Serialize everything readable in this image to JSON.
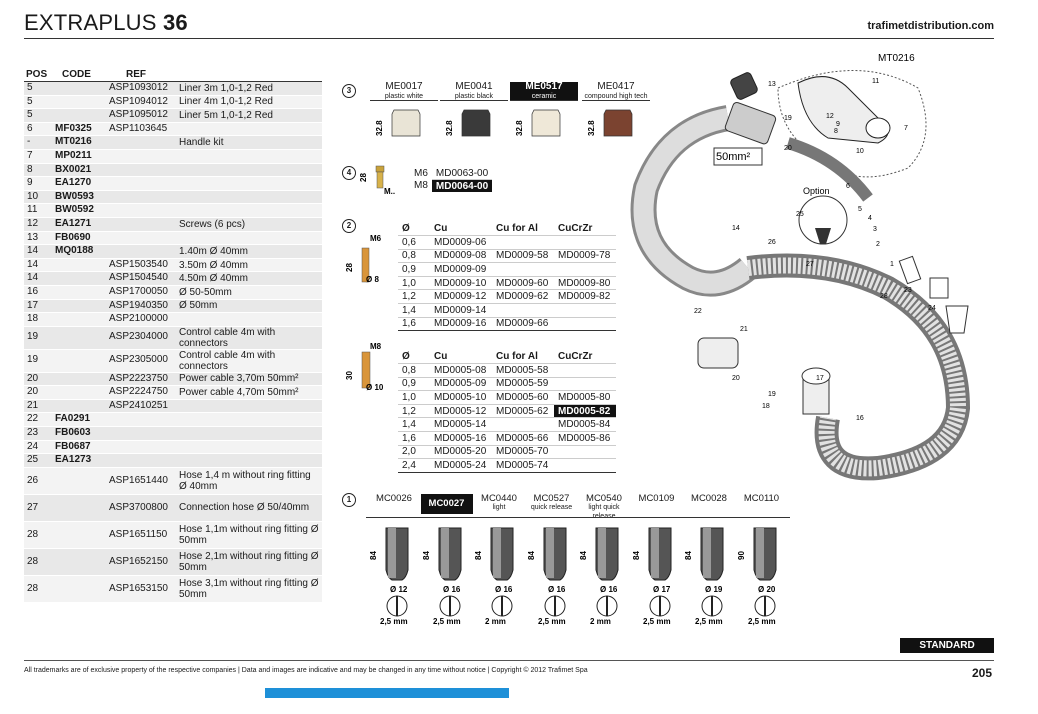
{
  "header": {
    "brand": "EXTRAPLUS",
    "model": "36",
    "site": "trafimetdistribution.com"
  },
  "parts_table": {
    "headers": [
      "POS",
      "CODE",
      "REF",
      ""
    ],
    "rows": [
      [
        "5",
        "",
        "ASP1093012",
        "Liner 3m 1,0-1,2 Red"
      ],
      [
        "5",
        "",
        "ASP1094012",
        "Liner 4m 1,0-1,2 Red"
      ],
      [
        "5",
        "",
        "ASP1095012",
        "Liner 5m 1,0-1,2 Red"
      ],
      [
        "6",
        "MF0325",
        "ASP1103645",
        ""
      ],
      [
        "-",
        "MT0216",
        "",
        "Handle kit"
      ],
      [
        "7",
        "MP0211",
        "",
        ""
      ],
      [
        "8",
        "BX0021",
        "",
        ""
      ],
      [
        "9",
        "EA1270",
        "",
        ""
      ],
      [
        "10",
        "BW0593",
        "",
        ""
      ],
      [
        "11",
        "BW0592",
        "",
        ""
      ],
      [
        "12",
        "EA1271",
        "",
        "Screws (6 pcs)"
      ],
      [
        "13",
        "FB0690",
        "",
        ""
      ],
      [
        "14",
        "MQ0188",
        "",
        "1.40m Ø 40mm"
      ],
      [
        "14",
        "",
        "ASP1503540",
        "3.50m Ø 40mm"
      ],
      [
        "14",
        "",
        "ASP1504540",
        "4.50m Ø 40mm"
      ],
      [
        "16",
        "",
        "ASP1700050",
        "Ø 50-50mm"
      ],
      [
        "17",
        "",
        "ASP1940350",
        "Ø 50mm"
      ],
      [
        "18",
        "",
        "ASP2100000",
        ""
      ],
      [
        "19",
        "",
        "ASP2304000",
        "Control cable 4m with connectors"
      ],
      [
        "19",
        "",
        "ASP2305000",
        "Control cable 4m with connectors"
      ],
      [
        "20",
        "",
        "ASP2223750",
        "Power cable 3,70m 50mm²"
      ],
      [
        "20",
        "",
        "ASP2224750",
        "Power cable 4,70m 50mm²"
      ],
      [
        "21",
        "",
        "ASP2410251",
        ""
      ],
      [
        "22",
        "FA0291",
        "",
        ""
      ],
      [
        "23",
        "FB0603",
        "",
        ""
      ],
      [
        "24",
        "FB0687",
        "",
        ""
      ],
      [
        "25",
        "EA1273",
        "",
        ""
      ]
    ],
    "tall_rows": [
      [
        "26",
        "",
        "ASP1651440",
        "Hose 1,4 m without ring fitting Ø 40mm"
      ],
      [
        "27",
        "",
        "ASP3700800",
        "Connection hose Ø 50/40mm"
      ],
      [
        "28",
        "",
        "ASP1651150",
        "Hose 1,1m without ring fitting Ø 50mm"
      ],
      [
        "28",
        "",
        "ASP1652150",
        "Hose 2,1m without ring fitting Ø 50mm"
      ],
      [
        "28",
        "",
        "ASP1653150",
        "Hose 3,1m without ring fitting Ø 50mm"
      ]
    ]
  },
  "section3": {
    "num": "3",
    "items": [
      {
        "code": "ME0017",
        "sub": "plastic white",
        "dim": "32.8",
        "color": "#e9e4d6"
      },
      {
        "code": "ME0041",
        "sub": "plastic black",
        "dim": "32.8",
        "color": "#3a3a3a"
      },
      {
        "code": "ME0517",
        "sub": "ceramic",
        "dim": "32.8",
        "color": "#efe8d8"
      },
      {
        "code": "ME0417",
        "sub": "compound high tech",
        "dim": "32.8",
        "color": "#7b4330"
      }
    ]
  },
  "section4": {
    "num": "4",
    "dim": "28",
    "dim2": "M..",
    "rows": [
      [
        "M6",
        "MD0063-00"
      ],
      [
        "M8",
        "MD0064-00"
      ]
    ]
  },
  "section2a": {
    "num": "2",
    "thread": "M6",
    "len": "28",
    "dia": "Ø 8",
    "headers": [
      "Ø",
      "Cu",
      "Cu for Al",
      "CuCrZr"
    ],
    "rows": [
      [
        "0,6",
        "MD0009-06",
        "",
        ""
      ],
      [
        "0,8",
        "MD0009-08",
        "MD0009-58",
        "MD0009-78"
      ],
      [
        "0,9",
        "MD0009-09",
        "",
        ""
      ],
      [
        "1,0",
        "MD0009-10",
        "MD0009-60",
        "MD0009-80"
      ],
      [
        "1,2",
        "MD0009-12",
        "MD0009-62",
        "MD0009-82"
      ],
      [
        "1,4",
        "MD0009-14",
        "",
        ""
      ],
      [
        "1,6",
        "MD0009-16",
        "MD0009-66",
        ""
      ]
    ]
  },
  "section2b": {
    "thread": "M8",
    "len": "30",
    "dia": "Ø 10",
    "headers": [
      "Ø",
      "Cu",
      "Cu for Al",
      "CuCrZr"
    ],
    "rows": [
      [
        "0,8",
        "MD0005-08",
        "MD0005-58",
        ""
      ],
      [
        "0,9",
        "MD0005-09",
        "MD0005-59",
        ""
      ],
      [
        "1,0",
        "MD0005-10",
        "MD0005-60",
        "MD0005-80"
      ],
      [
        "1,2",
        "MD0005-12",
        "MD0005-62",
        "MD0005-82"
      ],
      [
        "1,4",
        "MD0005-14",
        "",
        "MD0005-84"
      ],
      [
        "1,6",
        "MD0005-16",
        "MD0005-66",
        "MD0005-86"
      ],
      [
        "2,0",
        "MD0005-20",
        "MD0005-70",
        ""
      ],
      [
        "2,4",
        "MD0005-24",
        "MD0005-74",
        ""
      ]
    ]
  },
  "section1": {
    "num": "1",
    "items": [
      {
        "code": "MC0026",
        "sub": "",
        "len": "84",
        "dia": "Ø 12",
        "gap": "2,5 mm"
      },
      {
        "code": "MC0027",
        "sub": "",
        "len": "84",
        "dia": "Ø 16",
        "gap": "2,5 mm"
      },
      {
        "code": "MC0440",
        "sub": "light",
        "len": "84",
        "dia": "Ø 16",
        "gap": "2 mm"
      },
      {
        "code": "MC0527",
        "sub": "quick release",
        "len": "84",
        "dia": "Ø 16",
        "gap": "2,5 mm"
      },
      {
        "code": "MC0540",
        "sub": "light quick release",
        "len": "84",
        "dia": "Ø 16",
        "gap": "2 mm"
      },
      {
        "code": "MC0109",
        "sub": "",
        "len": "84",
        "dia": "Ø 17",
        "gap": "2,5 mm"
      },
      {
        "code": "MC0028",
        "sub": "",
        "len": "84",
        "dia": "Ø 19",
        "gap": "2,5 mm"
      },
      {
        "code": "MC0110",
        "sub": "",
        "len": "90",
        "dia": "Ø 20",
        "gap": "2,5 mm"
      }
    ]
  },
  "diagram": {
    "kit": "MT0216",
    "cable": "50mm²",
    "option": "Option",
    "labels": [
      "13",
      "11",
      "12",
      "19",
      "9",
      "8",
      "10",
      "7",
      "20",
      "6",
      "5",
      "4",
      "3",
      "2",
      "1",
      "23",
      "24",
      "25",
      "14",
      "26",
      "27",
      "28",
      "22",
      "21",
      "20",
      "17",
      "19",
      "18",
      "16"
    ]
  },
  "footer": {
    "badge": "STANDARD",
    "text": "All trademarks are of exclusive property of the respective companies  |  Data and images are indicative and may be changed in any time without notice  |  Copyright © 2012 Trafimet Spa",
    "page": "205"
  }
}
